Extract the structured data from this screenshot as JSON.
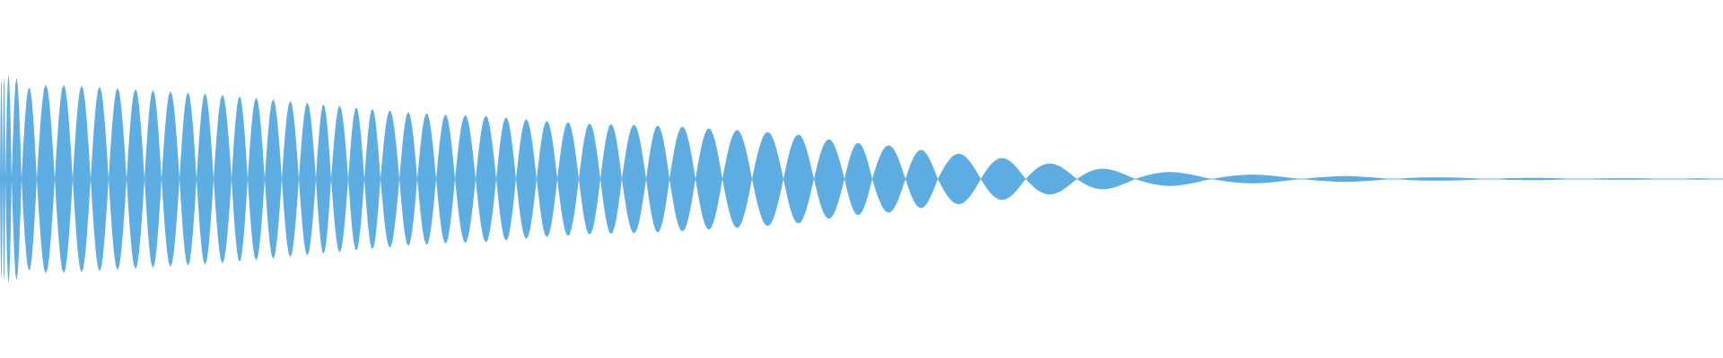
{
  "chart_data": {
    "type": "area",
    "fill_color": "#5DADE2",
    "background_color": "#FFFFFF",
    "x_range": [
      0,
      1920
    ],
    "y_range": [
      -1,
      1
    ],
    "baseline": 0,
    "envelope_points": [
      [
        0,
        0.7
      ],
      [
        13,
        0.74
      ],
      [
        30,
        0.64
      ],
      [
        50,
        0.66
      ],
      [
        70,
        0.66
      ],
      [
        100,
        0.65
      ],
      [
        150,
        0.63
      ],
      [
        200,
        0.61
      ],
      [
        250,
        0.59
      ],
      [
        300,
        0.56
      ],
      [
        350,
        0.53
      ],
      [
        400,
        0.5
      ],
      [
        450,
        0.47
      ],
      [
        500,
        0.45
      ],
      [
        550,
        0.44
      ],
      [
        600,
        0.41
      ],
      [
        650,
        0.39
      ],
      [
        700,
        0.38
      ],
      [
        750,
        0.37
      ],
      [
        800,
        0.35
      ],
      [
        850,
        0.33
      ],
      [
        880,
        0.32
      ],
      [
        920,
        0.28
      ],
      [
        960,
        0.25
      ],
      [
        1000,
        0.23
      ],
      [
        1040,
        0.19
      ],
      [
        1100,
        0.16
      ],
      [
        1150,
        0.12
      ],
      [
        1200,
        0.09
      ],
      [
        1250,
        0.06
      ],
      [
        1300,
        0.05
      ],
      [
        1350,
        0.035
      ],
      [
        1400,
        0.03
      ],
      [
        1450,
        0.02
      ],
      [
        1500,
        0.02
      ],
      [
        1550,
        0.015
      ],
      [
        1600,
        0.012
      ],
      [
        1650,
        0.01
      ],
      [
        1700,
        0.008
      ],
      [
        1750,
        0.007
      ],
      [
        1800,
        0.006
      ],
      [
        1850,
        0.005
      ],
      [
        1920,
        0.004
      ]
    ],
    "lobe_boundaries": [
      0,
      3,
      6,
      13,
      24,
      41,
      61,
      81,
      101,
      121,
      141,
      161,
      180,
      200,
      219,
      238,
      258,
      276,
      295,
      314,
      333,
      352,
      369,
      388,
      406,
      424,
      445,
      465,
      486,
      507,
      530,
      553,
      575,
      598,
      621,
      645,
      669,
      693,
      720,
      746,
      775,
      805,
      838,
      873,
      907,
      941,
      972,
      1009,
      1045,
      1093,
      1143,
      1200,
      1265,
      1350,
      1450,
      1552,
      1660,
      1760,
      1865,
      1920
    ]
  }
}
